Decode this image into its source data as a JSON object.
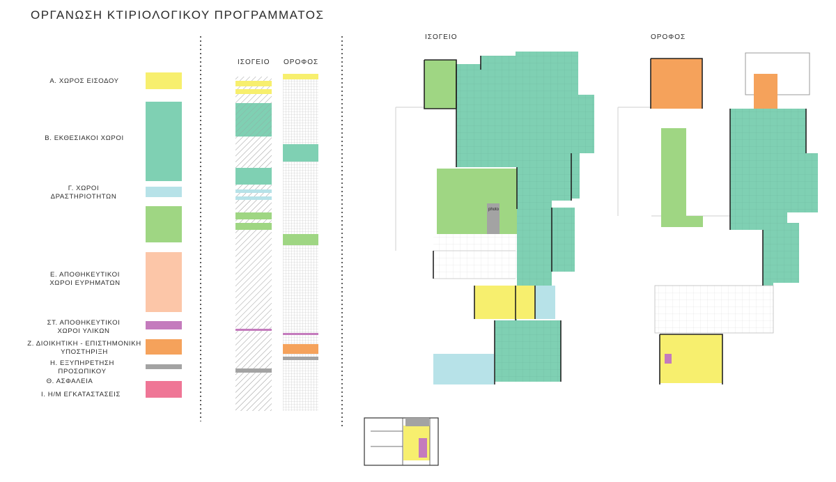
{
  "title": "ΟΡΓΑΝΩΣΗ ΚΤΙΡΙΟΛΟΓΙΚΟΥ ΠΡΟΓΡΑΜΜΑΤΟΣ",
  "legend": [
    {
      "label": "Α. ΧΩΡΟΣ ΕΙΣΟΔΟΥ",
      "color": "#f7ef6e"
    },
    {
      "label": "Β. ΕΚΘΕΣΙΑΚΟΙ ΧΩΡΟΙ",
      "color": "#7fd0b3"
    },
    {
      "label": "Γ. ΧΩΡΟΙ ΔΡΑΣΤΗΡΙΟΤΗΤΩΝ",
      "color": "#b7e2e8"
    },
    {
      "label": "",
      "color": "#9fd683"
    },
    {
      "label": "Ε. ΑΠΟΘΗΚΕΥΤΙΚΟΙ ΧΩΡΟΙ ΕΥΡΗΜΑΤΩΝ",
      "color": "#fcc6a8"
    },
    {
      "label": "ΣΤ. ΑΠΟΘΗΚΕΥΤΙΚΟΙ ΧΩΡΟΙ ΥΛΙΚΩΝ",
      "color": "#c47bbd"
    },
    {
      "label": "Ζ. ΔΙΟΙΚΗΤΙΚΗ - ΕΠΙΣΤΗΜΟΝΙΚΗ ΥΠΟΣΤΗΡΙΞΗ",
      "color": "#f5a25b"
    },
    {
      "label": "Η. ΕΞΥΠΗΡΕΤΗΣΗ ΠΡΟΣΩΠΙΚΟΥ",
      "color": "#a3a3a3"
    },
    {
      "label": "Θ. ΑΣΦΑΛΕΙΑ",
      "color": ""
    },
    {
      "label": "Ι. Η/Μ ΕΓΚΑΤΑΣΤΑΣΕΙΣ",
      "color": "#ef7696"
    }
  ],
  "columns": {
    "ground": "ΙΣΟΓΕΙΟ",
    "upper": "ΟΡΟΦΟΣ"
  },
  "plans": {
    "ground_title": "ΙΣΟΓΕΙΟ",
    "upper_title": "ΟΡΟΦΟΣ",
    "room_tag": "photo"
  },
  "colors": {
    "entrance": "#f7ef6e",
    "exhibition": "#7fd0b3",
    "activities": "#b7e2e8",
    "activities_green": "#9fd683",
    "storage_finds": "#fcc6a8",
    "storage_materials": "#c47bbd",
    "admin": "#f5a25b",
    "staff": "#a3a3a3",
    "mech": "#ef7696"
  }
}
